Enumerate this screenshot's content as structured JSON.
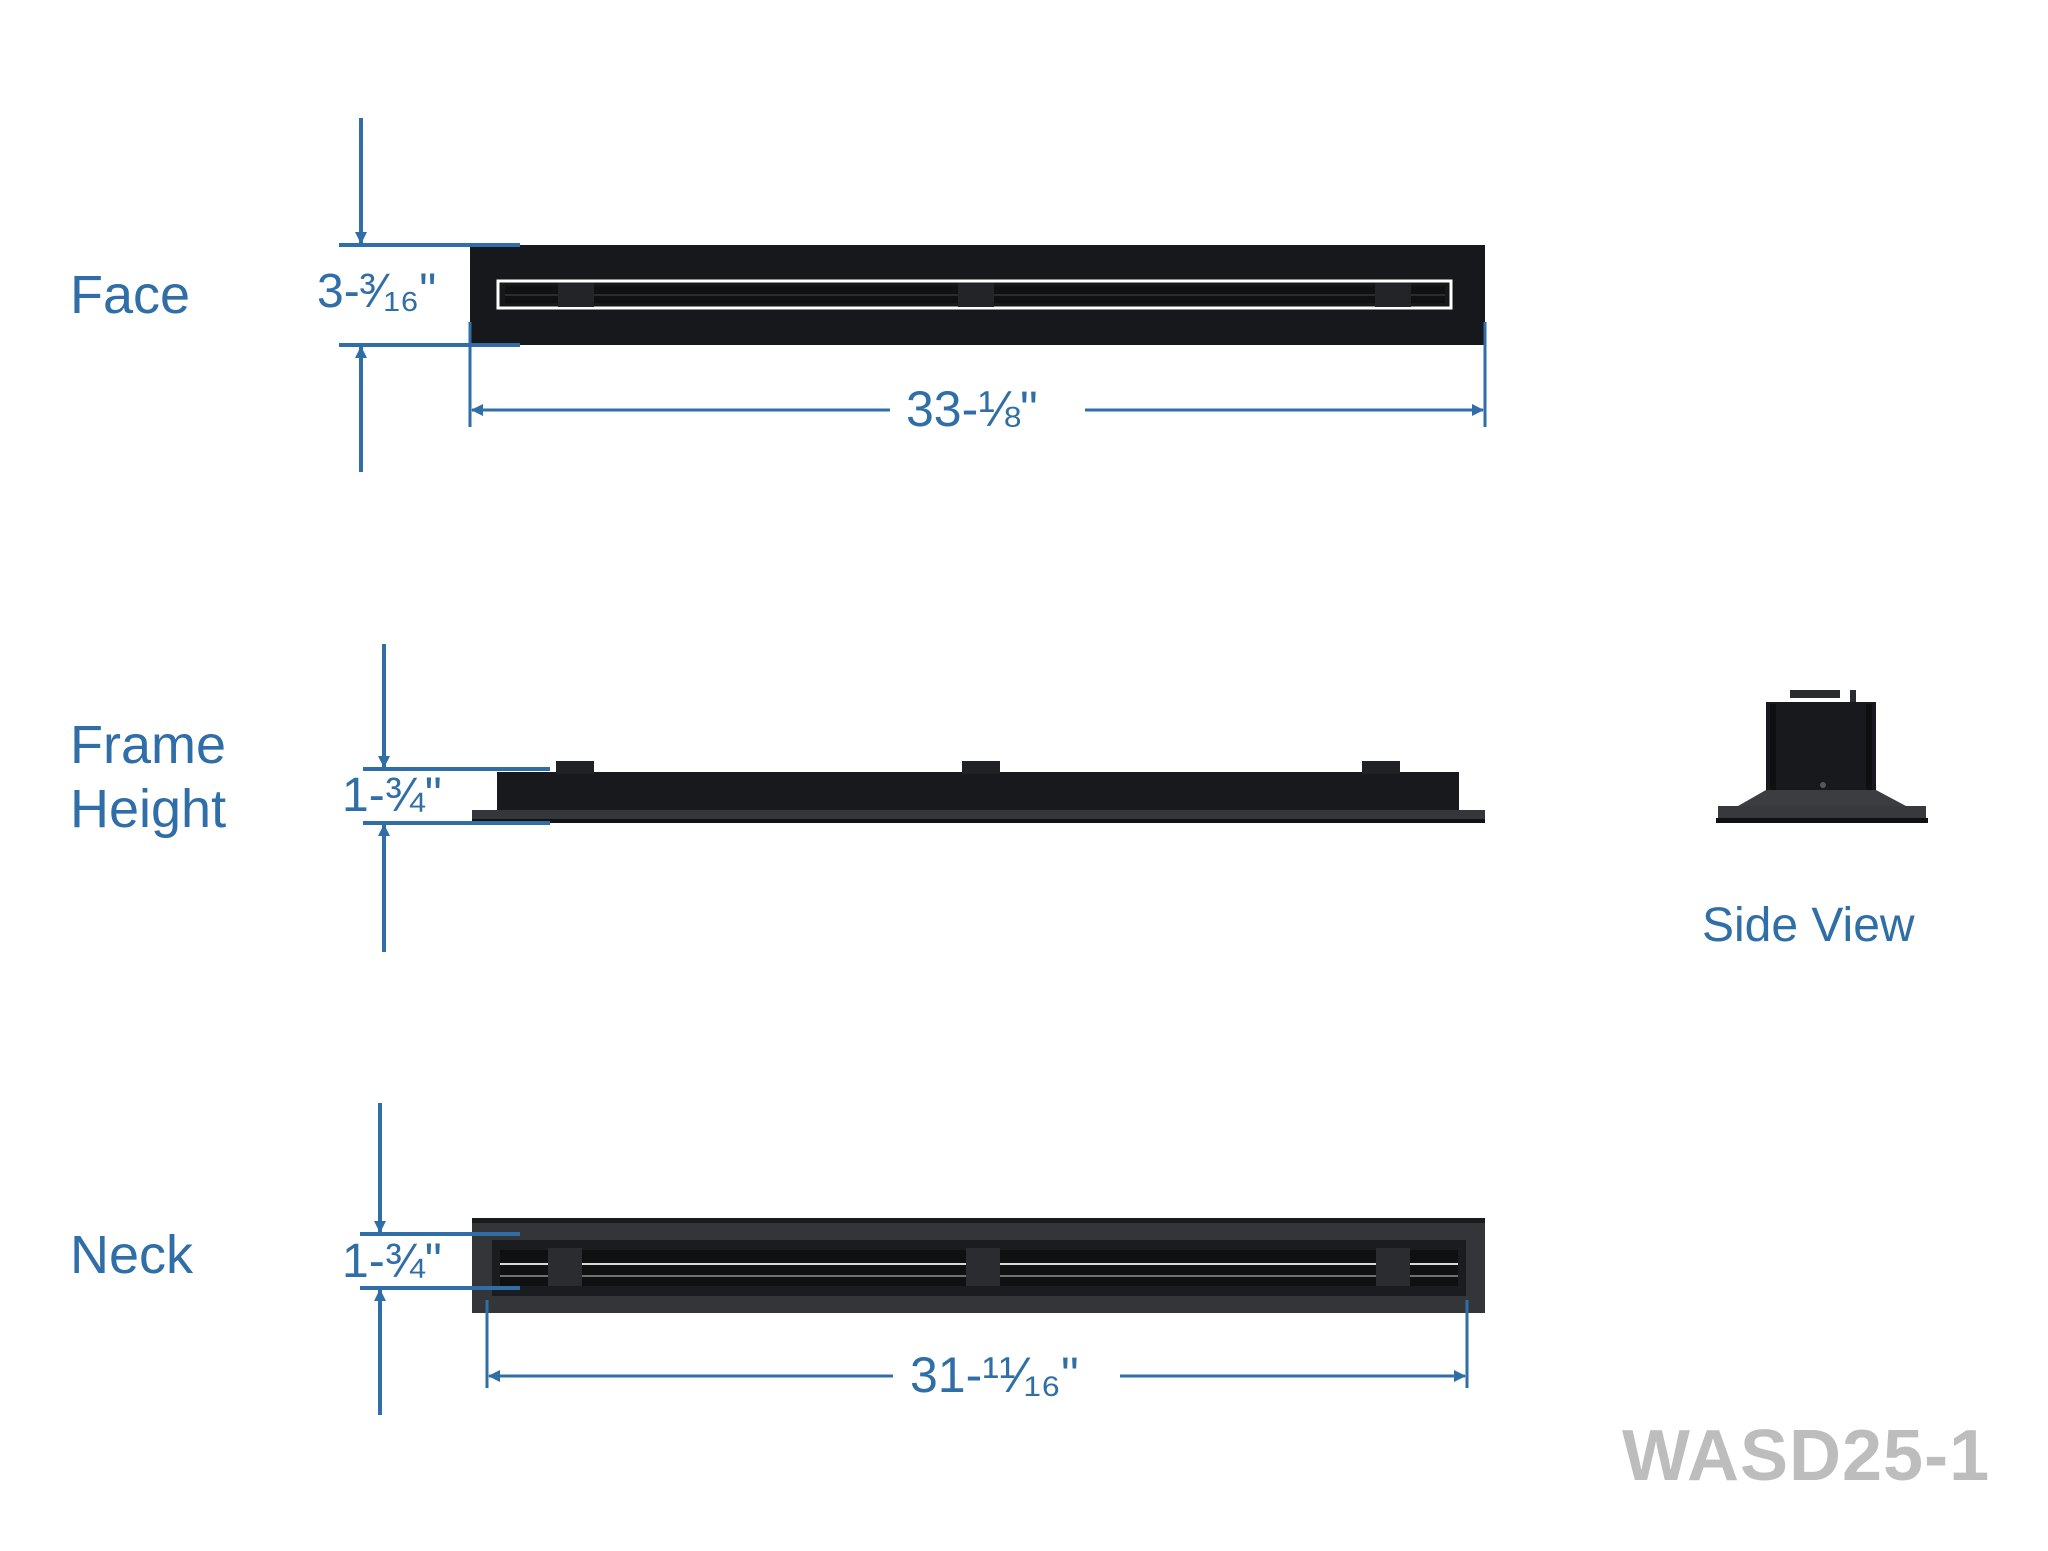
{
  "labels": {
    "face": "Face",
    "frame_line1": "Frame",
    "frame_line2": "Height",
    "neck": "Neck",
    "side_view": "Side View"
  },
  "dimensions": {
    "face_height": "3-³⁄₁₆\"",
    "face_width": "33-⅛\"",
    "frame_height": "1-¾\"",
    "neck_height": "1-¾\"",
    "neck_width": "31-¹¹⁄₁₆\""
  },
  "model": "WASD25-1",
  "colors": {
    "dimension_blue": "#2f6ea6",
    "product_black": "#17191c",
    "foam_gray": "#3a3b3e",
    "model_gray": "#bdbdbd"
  }
}
